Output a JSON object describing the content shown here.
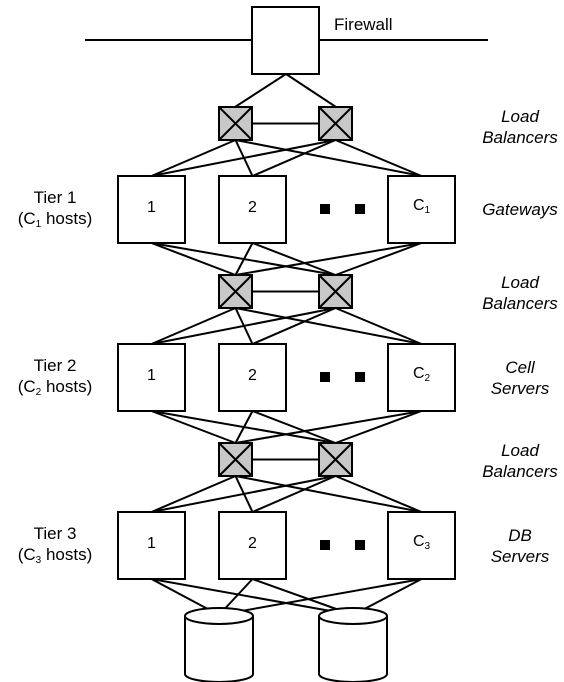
{
  "firewall": {
    "label": "Firewall"
  },
  "tiers": [
    {
      "tier_label": "Tier 1",
      "hosts_prefix": "(C",
      "hosts_sub": "1",
      "hosts_suffix": " hosts)",
      "role_line1": "Gateways",
      "role_line2": "",
      "nodes": [
        "1",
        "2"
      ],
      "last_node": "C",
      "last_sub": "1"
    },
    {
      "tier_label": "Tier 2",
      "hosts_prefix": "(C",
      "hosts_sub": "2",
      "hosts_suffix": " hosts)",
      "role_line1": "Cell",
      "role_line2": "Servers",
      "nodes": [
        "1",
        "2"
      ],
      "last_node": "C",
      "last_sub": "2"
    },
    {
      "tier_label": "Tier 3",
      "hosts_prefix": "(C",
      "hosts_sub": "3",
      "hosts_suffix": " hosts)",
      "role_line1": "DB",
      "role_line2": "Servers",
      "nodes": [
        "1",
        "2"
      ],
      "last_node": "C",
      "last_sub": "3"
    }
  ],
  "load_balancers": [
    {
      "line1": "Load",
      "line2": "Balancers"
    },
    {
      "line1": "Load",
      "line2": "Balancers"
    },
    {
      "line1": "Load",
      "line2": "Balancers"
    }
  ],
  "databases_count": 2,
  "colors": {
    "stroke": "#000000",
    "switch_fill": "#c8c8c8",
    "box_fill": "#ffffff"
  }
}
